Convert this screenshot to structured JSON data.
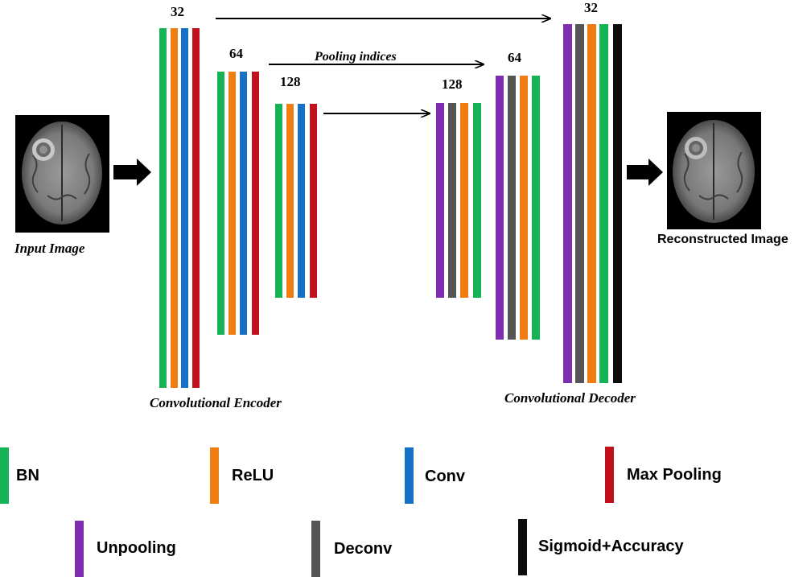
{
  "colors": {
    "bn": "#13b356",
    "relu": "#ef7d12",
    "conv": "#1671c6",
    "max_pooling": "#c0111c",
    "unpooling": "#7e2fb1",
    "deconv": "#555555",
    "sigmoid": "#0d0d0d"
  },
  "labels": {
    "input_image": "Input Image",
    "reconstructed_image": "Reconstructed Image",
    "pooling_indices": "Pooling indices",
    "encoder": "Convolutional Encoder",
    "decoder": "Convolutional Decoder"
  },
  "counts": {
    "enc1": "32",
    "enc2": "64",
    "enc3": "128",
    "dec3": "128",
    "dec2": "64",
    "dec1": "32"
  },
  "encoder_blocks": [
    {
      "channels": "32",
      "layers": [
        "bn",
        "relu",
        "conv",
        "max_pooling"
      ]
    },
    {
      "channels": "64",
      "layers": [
        "bn",
        "relu",
        "conv",
        "max_pooling"
      ]
    },
    {
      "channels": "128",
      "layers": [
        "bn",
        "relu",
        "conv",
        "max_pooling"
      ]
    }
  ],
  "decoder_blocks": [
    {
      "channels": "128",
      "layers": [
        "unpooling",
        "deconv",
        "relu",
        "bn"
      ]
    },
    {
      "channels": "64",
      "layers": [
        "unpooling",
        "deconv",
        "relu",
        "bn"
      ]
    },
    {
      "channels": "32",
      "layers": [
        "unpooling",
        "deconv",
        "relu",
        "bn",
        "sigmoid"
      ]
    }
  ],
  "legend": {
    "bn": "BN",
    "relu": "ReLU",
    "conv": "Conv",
    "max_pooling": "Max Pooling",
    "unpooling": "Unpooling",
    "deconv": "Deconv",
    "sigmoid": "Sigmoid+Accuracy"
  }
}
